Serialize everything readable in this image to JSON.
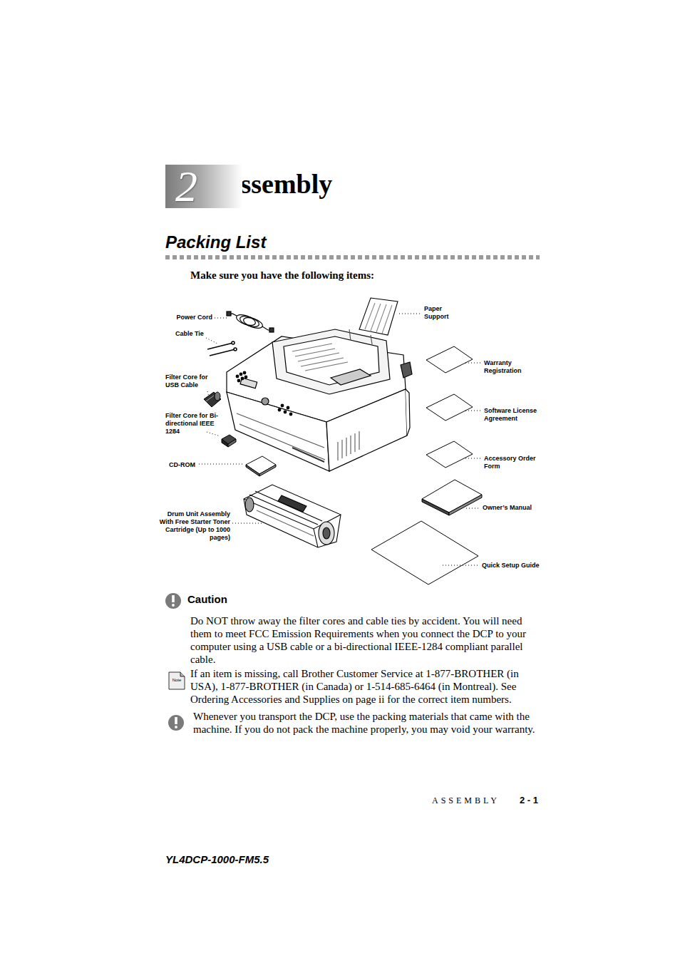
{
  "diagram": {
    "title": "Assembly",
    "nodes": [
      {
        "text": [
          "2"
        ]
      }
    ],
    "labels": [
      "Packing List",
      "Make sure you have the following items:",
      "Power Cord",
      "Cable Tie",
      "Filter Core for USB Cable",
      "Filter Core for Bi-directional IEEE 1284",
      "CD-ROM",
      "Drum Unit Assembly With Free Starter Toner Cartridge (Up to 1000 pages)",
      "Paper Support",
      "Warranty Registration",
      "Software License Agreement",
      "Accessory Order Form",
      "Owner’s Manual",
      "Quick Setup Guide",
      "Caution",
      "Do NOT throw away the filter cores and cable ties by accident. You will need them to meet FCC Emission Requirements when you connect the DCP to your computer using a USB cable or a bi-directional IEEE-1284 compliant parallel cable.",
      "Note",
      "If an item is missing, call Brother Customer Service at 1-877-BROTHER (in USA), 1-877-BROTHER (in Canada) or 1-514-685-6464 (in Montreal). See Ordering Accessories and Supplies on page ii for the correct item numbers.",
      "Whenever you transport the DCP, use the packing materials that came with the machine. If you do not pack the machine properly, you may void your warranty.",
      "ASSEMBLY",
      "2 - 1",
      "YL4DCP-1000-FM5.5"
    ]
  }
}
